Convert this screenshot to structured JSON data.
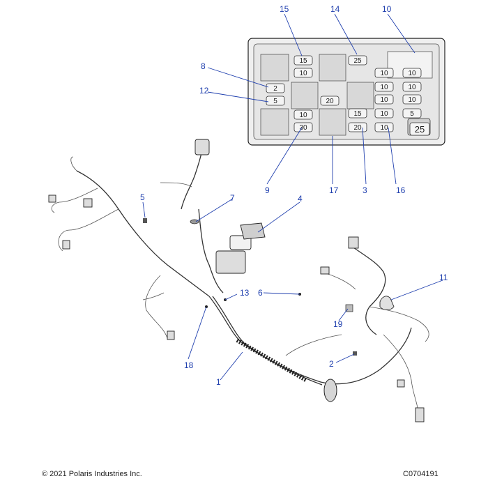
{
  "callouts": [
    "15",
    "14",
    "10",
    "8",
    "12",
    "9",
    "17",
    "3",
    "16",
    "4",
    "5",
    "7",
    "6",
    "11",
    "13",
    "19",
    "2",
    "18",
    "1"
  ],
  "fuse_values": [
    "15",
    "25",
    "10",
    "2",
    "20",
    "5",
    "15",
    "10",
    "30",
    "20",
    "10",
    "10",
    "10",
    "10",
    "10",
    "5",
    "10",
    "25",
    "10",
    "10"
  ],
  "footer": {
    "copyright": "© 2021 Polaris Industries Inc.",
    "drawing_id": "C0704191"
  }
}
